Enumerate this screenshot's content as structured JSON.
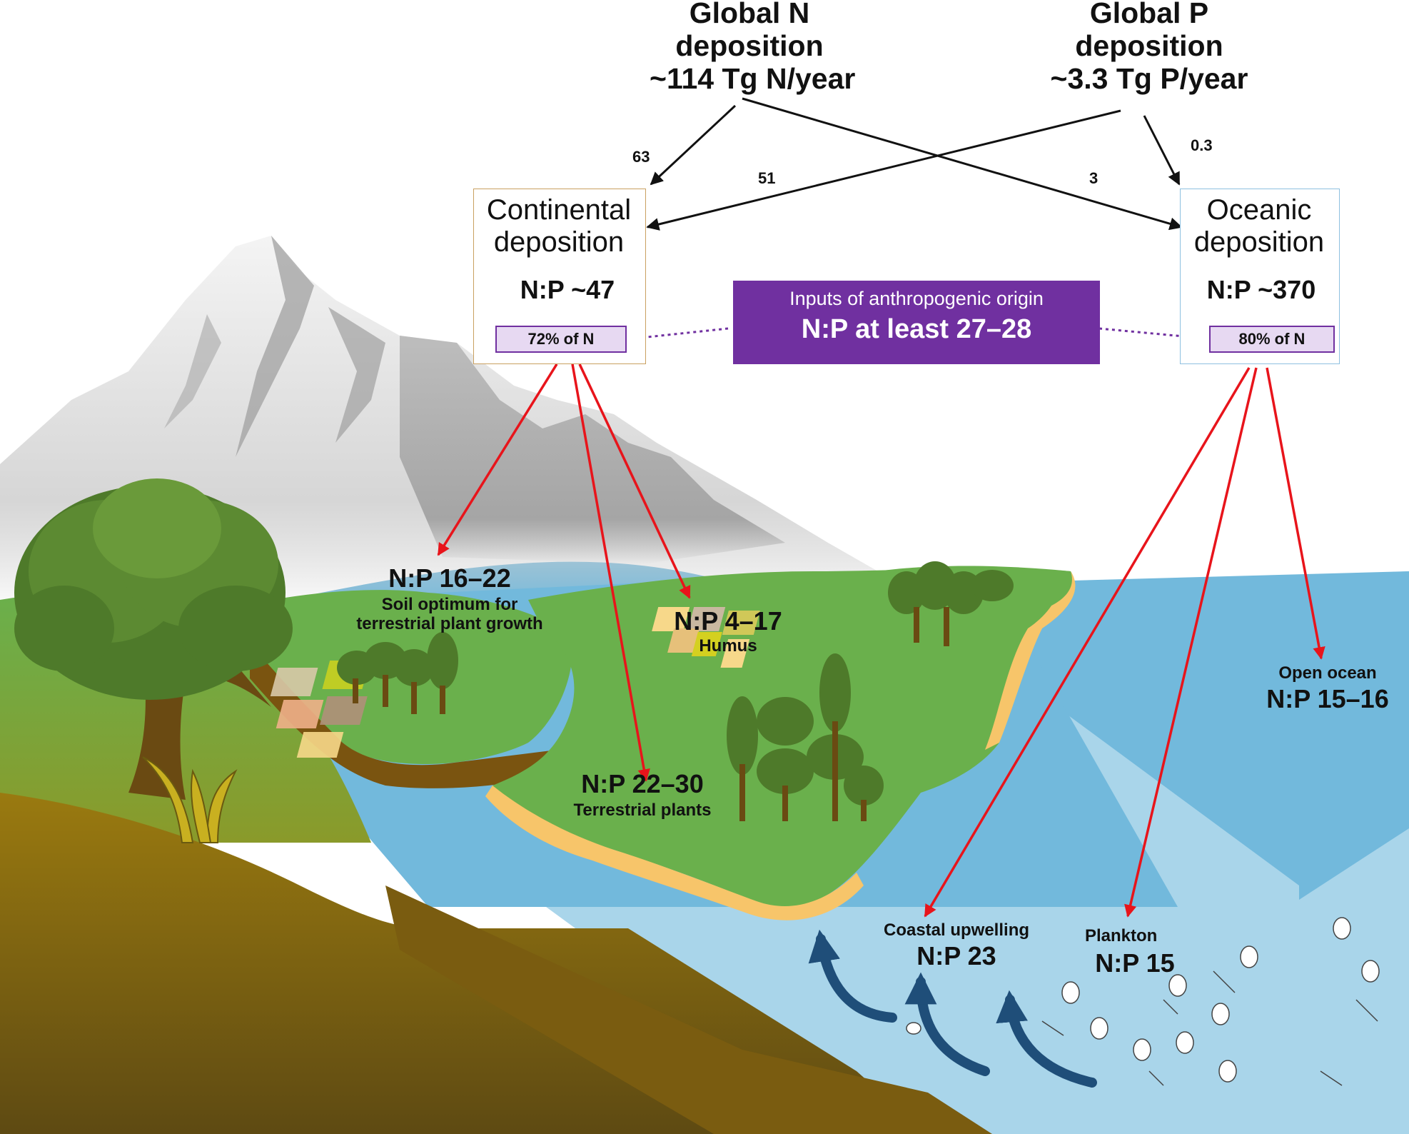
{
  "global_n": {
    "line1": "Global N",
    "line2": "deposition",
    "line3": "~114 Tg N/year"
  },
  "global_p": {
    "line1": "Global P",
    "line2": "deposition",
    "line3": "~3.3 Tg P/year"
  },
  "flows": {
    "n_to_continental": "63",
    "p_to_continental": "51",
    "n_to_oceanic": "3",
    "p_to_oceanic": "0.3"
  },
  "continental": {
    "line1": "Continental",
    "line2": "deposition",
    "ratio": "N:P ~47",
    "share": "72% of N"
  },
  "oceanic": {
    "line1": "Oceanic",
    "line2": "deposition",
    "ratio": "N:P ~370",
    "share": "80% of N"
  },
  "anthropogenic": {
    "line1": "Inputs of anthropogenic origin",
    "line2": "N:P at least 27–28"
  },
  "targets": {
    "soil": {
      "ratio": "N:P 16–22",
      "line1": "Soil optimum for",
      "line2": "terrestrial plant growth"
    },
    "humus": {
      "ratio": "N:P 4–17",
      "label": "Humus"
    },
    "plants": {
      "ratio": "N:P 22–30",
      "label": "Terrestrial plants"
    },
    "open_ocean": {
      "label": "Open ocean",
      "ratio": "N:P 15–16"
    },
    "upwelling": {
      "label": "Coastal upwelling",
      "ratio": "N:P 23"
    },
    "plankton": {
      "label": "Plankton",
      "ratio": "N:P 15"
    }
  },
  "colors": {
    "red_arrow": "#e8141b",
    "black_arrow": "#111111",
    "purple": "#7030a0",
    "upwelling_arrow": "#1f4e79"
  }
}
